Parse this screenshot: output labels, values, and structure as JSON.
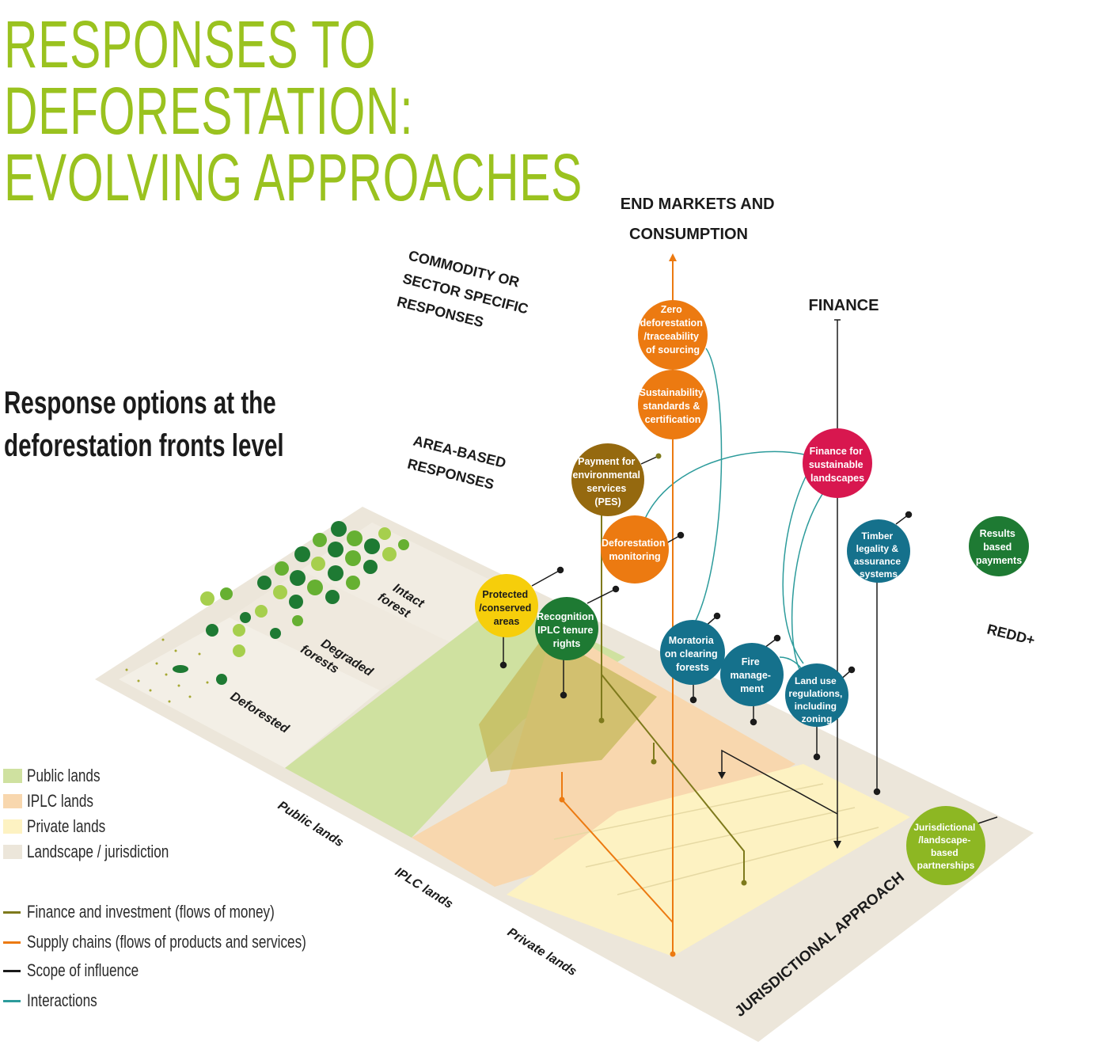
{
  "title": {
    "line1": "RESPONSES TO DEFORESTATION:",
    "line2": "EVOLVING APPROACHES"
  },
  "subtitle": {
    "line1": "Response options at the",
    "line2": "deforestation fronts  level"
  },
  "headings": {
    "end_markets": [
      "END MARKETS AND",
      "CONSUMPTION"
    ],
    "commodity": [
      "COMMODITY OR",
      "SECTOR SPECIFIC",
      "RESPONSES"
    ],
    "area_based": [
      "AREA-BASED",
      "RESPONSES"
    ],
    "finance": "FINANCE",
    "redd": "REDD+",
    "jurisdictional": "JURISDICTIONAL APPROACH"
  },
  "forest_labels": {
    "intact": [
      "Intact",
      "forest"
    ],
    "degraded": [
      "Degraded",
      "forests"
    ],
    "deforested": "Deforested"
  },
  "land_labels": {
    "public": "Public lands",
    "iplc": "IPLC lands",
    "private": "Private lands"
  },
  "bubbles": {
    "zero_deforestation": [
      "Zero",
      "deforestation",
      "/traceability",
      "of sourcing"
    ],
    "sustainability": [
      "Sustainability",
      "standards &",
      "certification"
    ],
    "pes": [
      "Payment for",
      "environmental",
      "services",
      "(PES)"
    ],
    "deforestation_monitoring": [
      "Deforestation",
      "monitoring"
    ],
    "finance_landscapes": [
      "Finance for",
      "sustainable",
      "landscapes"
    ],
    "protected": [
      "Protected",
      "/conserved",
      "areas"
    ],
    "recognition": [
      "Recognition",
      "IPLC tenure",
      "rights"
    ],
    "timber": [
      "Timber",
      "legality &",
      "assurance",
      "systems"
    ],
    "results": [
      "Results",
      "based",
      "payments"
    ],
    "moratoria": [
      "Moratoria",
      "on clearing",
      "forests"
    ],
    "fire": [
      "Fire",
      "manage-",
      "ment"
    ],
    "land_use": [
      "Land use",
      "regulations,",
      "including",
      "zoning"
    ],
    "jurisdictional": [
      "Jurisdictional",
      "/landscape-",
      "based",
      "partnerships"
    ]
  },
  "legend": {
    "lands": [
      {
        "label": "Public lands",
        "color": "#cfe1a0"
      },
      {
        "label": "IPLC lands",
        "color": "#f8d7ae"
      },
      {
        "label": "Private lands",
        "color": "#fdf2c2"
      },
      {
        "label": "Landscape / jurisdiction",
        "color": "#ece6da"
      }
    ],
    "lines": [
      {
        "label": "Finance and investment (flows of money)",
        "color": "#7e7a1c"
      },
      {
        "label": "Supply chains (flows of products and services)",
        "color": "#ec7a11"
      },
      {
        "label": "Scope of influence",
        "color": "#1b1b1b"
      },
      {
        "label": "Interactions",
        "color": "#2c9b9b"
      }
    ]
  },
  "colors": {
    "title": "#9ac21f",
    "orange": "#ec7a11",
    "brown": "#95690f",
    "crimson": "#d8174f",
    "yellow": "#f6ce0b",
    "dark_green": "#1e7a33",
    "teal_blue": "#15718c",
    "lime": "#8db723"
  }
}
